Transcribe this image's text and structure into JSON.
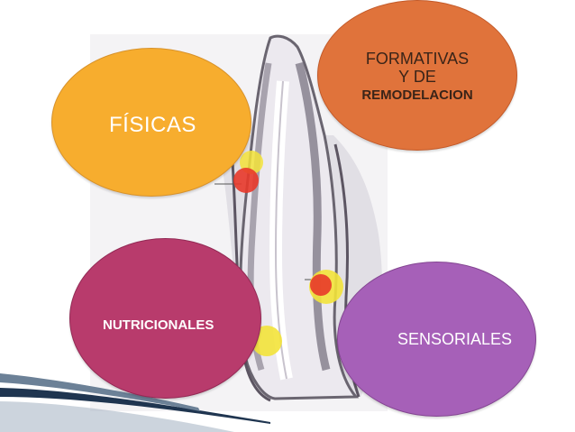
{
  "bubbles": {
    "fisicas": {
      "label": "FÍSICAS",
      "color": "#f7ad2e"
    },
    "formativas": {
      "line1": "FORMATIVAS",
      "line2": "Y DE",
      "line3": "REMODELACION",
      "color": "#e0733b"
    },
    "nutricionales": {
      "label": "NUTRICIONALES",
      "color": "#b83b6c"
    },
    "sensoriales": {
      "label": "SENSORIALES",
      "color": "#a660b8"
    }
  },
  "illustration": {
    "subject": "tooth-cross-section",
    "highlight_colors": [
      "#e8392a",
      "#f3e33a"
    ]
  }
}
